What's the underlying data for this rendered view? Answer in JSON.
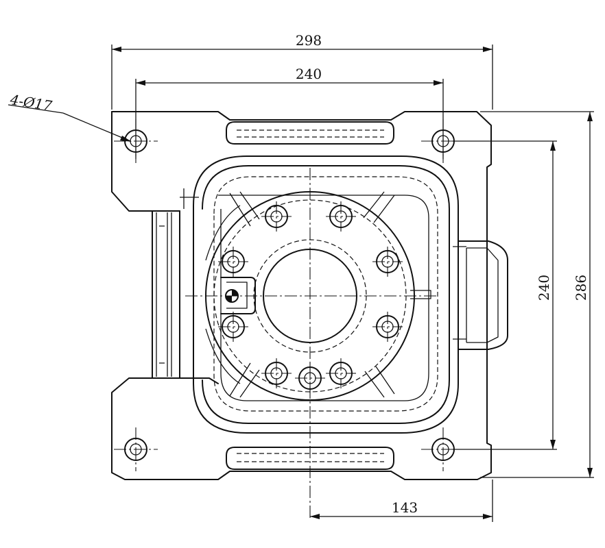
{
  "drawing": {
    "dimensions": {
      "overall_width": "298",
      "hole_spacing_x": "240",
      "hole_spacing_y": "240",
      "overall_height": "286",
      "center_offset": "143",
      "hole_callout": "4-Ø17"
    }
  }
}
